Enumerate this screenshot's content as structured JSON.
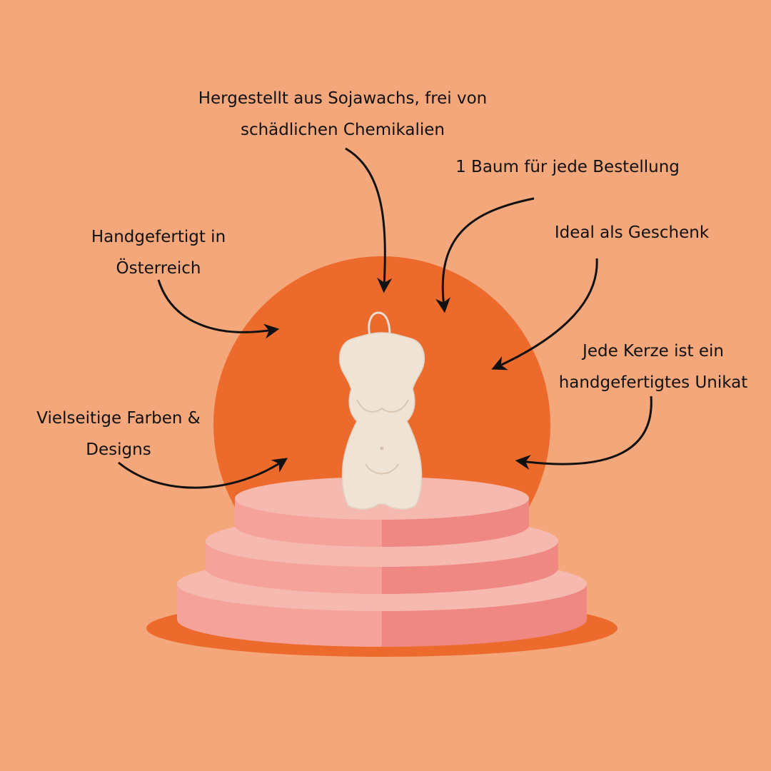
{
  "colors": {
    "background": "#f4a77a",
    "sun": "#ec6a2c",
    "pedestal_light": "#f4a29a",
    "pedestal_dark": "#ef8783",
    "pedestal_top": "#f6b9b0",
    "candle": "#efe3d6",
    "text": "#111111"
  },
  "features": {
    "soy": {
      "line1": "Hergestellt aus Sojawachs, frei von",
      "line2": "schädlichen Chemikalien"
    },
    "tree": {
      "line1": "1 Baum für jede Bestellung"
    },
    "handmade_at": {
      "line1": "Handgefertigt in",
      "line2": "Österreich"
    },
    "gift": {
      "line1": "Ideal als Geschenk"
    },
    "unique": {
      "line1": "Jede Kerze ist ein",
      "line2": "handgefertigtes Unikat"
    },
    "designs": {
      "line1": "Vielseitige Farben &",
      "line2": "Designs"
    }
  },
  "icons": {
    "candle": "female-torso-candle-icon",
    "arrow": "curved-arrow-icon"
  }
}
